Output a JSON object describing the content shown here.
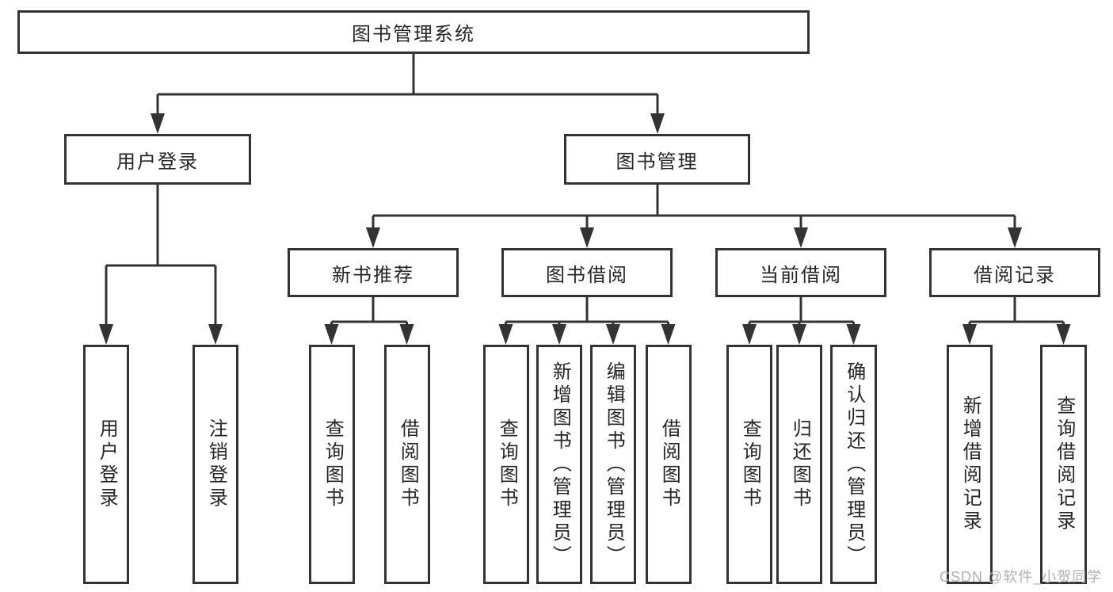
{
  "colors": {
    "line": "#333333",
    "node_border": "#333333",
    "node_text": "#262626",
    "background": "#ffffff",
    "watermark": "#b0b0b0"
  },
  "root": {
    "label": "图书管理系统"
  },
  "branches": [
    {
      "label": "用户登录"
    },
    {
      "label": "图书管理"
    }
  ],
  "sections": [
    {
      "label": "新书推荐"
    },
    {
      "label": "图书借阅"
    },
    {
      "label": "当前借阅"
    },
    {
      "label": "借阅记录"
    }
  ],
  "leaves": [
    {
      "label": "用户登录",
      "parent": "用户登录"
    },
    {
      "label": "注销登录",
      "parent": "用户登录"
    },
    {
      "label": "查询图书",
      "parent": "新书推荐"
    },
    {
      "label": "借阅图书",
      "parent": "新书推荐"
    },
    {
      "label": "查询图书",
      "parent": "图书借阅"
    },
    {
      "label": "新增图书（管理员）",
      "parent": "图书借阅"
    },
    {
      "label": "编辑图书（管理员）",
      "parent": "图书借阅"
    },
    {
      "label": "借阅图书",
      "parent": "图书借阅"
    },
    {
      "label": "查询图书",
      "parent": "当前借阅"
    },
    {
      "label": "归还图书",
      "parent": "当前借阅"
    },
    {
      "label": "确认归还（管理员）",
      "parent": "当前借阅"
    },
    {
      "label": "新增借阅记录",
      "parent": "借阅记录"
    },
    {
      "label": "查询借阅记录",
      "parent": "借阅记录"
    }
  ],
  "watermark": {
    "text": "CSDN @软件_小贺同学"
  }
}
